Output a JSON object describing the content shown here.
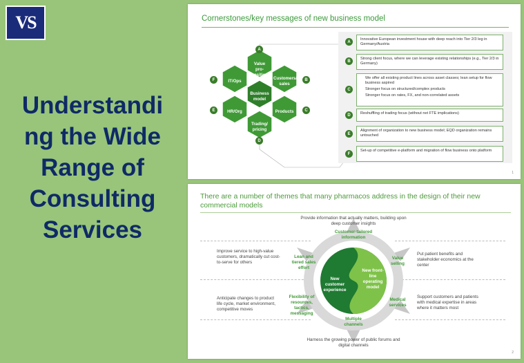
{
  "logo": {
    "text": "VS"
  },
  "headline": "Understanding the Wide Range of Consulting Services",
  "headline_lines": [
    "Understandi",
    "ng the Wide",
    "Range of",
    "Consulting",
    "Services"
  ],
  "slide1": {
    "title": "Cornerstones/key messages of new business model",
    "page": "1",
    "hex": {
      "center": "Business model",
      "top": "Value pro-position",
      "upper_right": "Customers/ sales",
      "lower_right": "Products",
      "bottom": "Trading/ pricing",
      "lower_left": "HR/Org",
      "upper_left": "IT/Ops"
    },
    "letters": [
      "A",
      "B",
      "C",
      "D",
      "E",
      "F"
    ],
    "messages": [
      {
        "letter": "A",
        "lines": [
          "Innovative European investment house with deep reach into Tier 2/3 leg in Germany/Austria"
        ]
      },
      {
        "letter": "B",
        "lines": [
          "Strong client focus, where we can leverage existing relationships (e.g., Tier 2/3 in Germany)"
        ]
      },
      {
        "letter": "C",
        "lines": [
          "We offer all existing product lines across asset classes; lean setup for flow business aspired",
          "Stronger focus on structured/complex products",
          "Stronger focus on rates, FX, and non-correlated assets"
        ]
      },
      {
        "letter": "D",
        "lines": [
          "Reshuffling of trading focus (without net FTE implications)"
        ]
      },
      {
        "letter": "E",
        "lines": [
          "Alignment of organization to new business model; EQD organization remains untouched"
        ]
      },
      {
        "letter": "F",
        "lines": [
          "Set-up of competitive e-platform and migration of flow business onto platform"
        ]
      }
    ]
  },
  "slide2": {
    "title": "There are a number of themes that many pharmacos address in the design of their new commercial models",
    "page": "2",
    "top_text": "Provide information that actually matters, building upon deep customer insights",
    "bottom_text": "Harness the growing power of public forums and digital channels",
    "left_top_text": "Improve service to high-value customers, dramatically cut cost-to-serve for others",
    "left_bottom_text": "Anticipate changes to product life cycle, market environment, competitive moves",
    "right_top_text": "Put patient benefits and stakeholder economics at the center",
    "right_bottom_text": "Support customers and patients with medical expertise in areas where it matters most",
    "spokes": {
      "top": "Customer-tailored information",
      "upper_right": "Value selling",
      "lower_right": "Medical services",
      "bottom": "Multiple channels",
      "lower_left": "Flexibility of resources, tactics, messaging",
      "upper_left": "Lean and tiered sales effort"
    },
    "center_left": "New customer experience",
    "center_right": "New front-line operating model"
  },
  "colors": {
    "background": "#98c57a",
    "title": "#0f2a66",
    "hex_green": "#3f9a36",
    "dark_green": "#1f7a32",
    "light_green": "#7fc24a"
  }
}
